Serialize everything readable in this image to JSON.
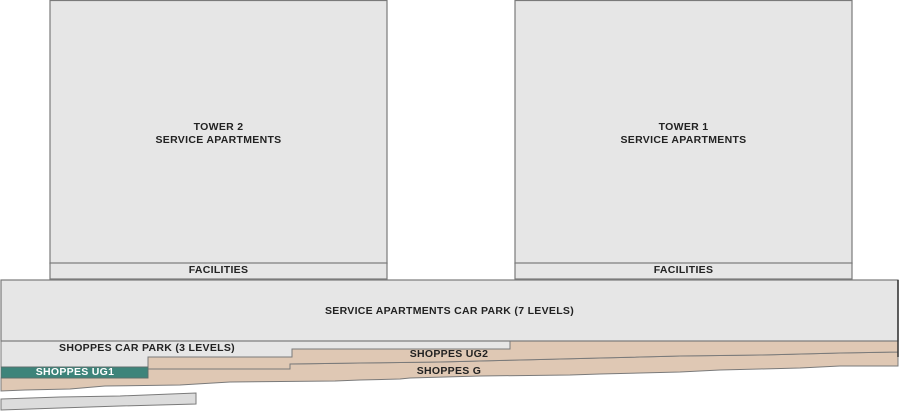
{
  "diagram": {
    "type": "building-section-stacking",
    "colors": {
      "block_fill": "#e6e6e6",
      "block_stroke": "#7a7a7a",
      "shoppes_fill": "#dfc8b4",
      "shoppes_ug1_fill": "#3d847a",
      "basement_fill": "#dcdcdc"
    },
    "towers": [
      {
        "name": "TOWER 2",
        "use": "SERVICE APARTMENTS",
        "podium": "FACILITIES"
      },
      {
        "name": "TOWER 1",
        "use": "SERVICE APARTMENTS",
        "podium": "FACILITIES"
      }
    ],
    "car_park": {
      "label": "SERVICE APARTMENTS CAR PARK (7 LEVELS)"
    },
    "shoppes_car_park": {
      "label": "SHOPPES CAR PARK (3 LEVELS)"
    },
    "levels": {
      "ug2": "SHOPPES UG2",
      "ug1": "SHOPPES UG1",
      "g": "SHOPPES G"
    }
  }
}
